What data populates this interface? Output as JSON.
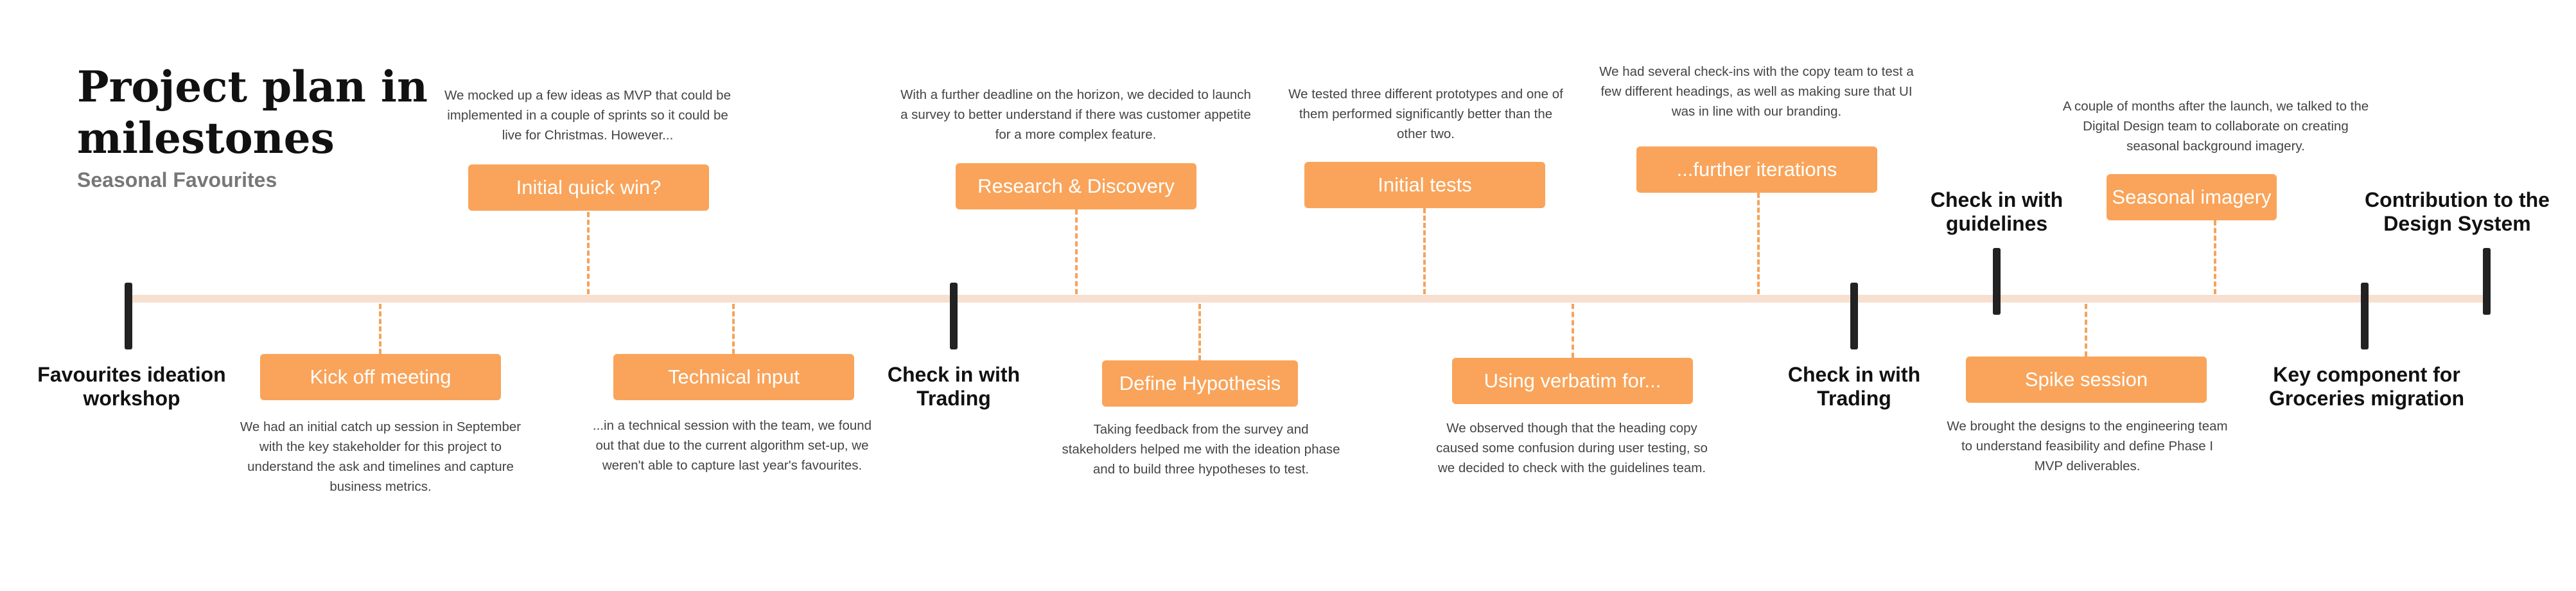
{
  "header": {
    "title": "Project plan in milestones",
    "subtitle": "Seasonal Favourites"
  },
  "milestones": {
    "ideation": "Favourites ideation workshop",
    "check_trading_1": "Check in with Trading",
    "check_trading_2": "Check in with Trading",
    "check_guidelines": "Check in with guidelines",
    "groceries": "Key component for Groceries migration",
    "design_system": "Contribution to the Design System"
  },
  "steps": {
    "kickoff": {
      "label": "Kick off meeting",
      "text": "We had an initial catch up session in September with the key stakeholder for this project to understand the ask and timelines and capture business metrics."
    },
    "quick_win": {
      "label": "Initial quick win?",
      "text": "We mocked up a few ideas as MVP that could be implemented in a couple of sprints so it could be live for Christmas. However..."
    },
    "technical": {
      "label": "Technical input",
      "text": "...in a technical session with the team, we found out that due to the current algorithm set-up, we weren't able to capture last year's favourites."
    },
    "research": {
      "label": "Research & Discovery",
      "text": "With a further deadline on the horizon, we decided to launch a survey to better understand if there was customer appetite for a more complex feature."
    },
    "hypothesis": {
      "label": "Define Hypothesis",
      "text": "Taking feedback from the survey and stakeholders helped me with the ideation phase and to build three hypotheses to test."
    },
    "initial_tests": {
      "label": "Initial tests",
      "text": "We tested three different prototypes and one of them performed significantly better than the other two."
    },
    "verbatim": {
      "label": "Using verbatim for...",
      "text": "We observed though that the heading copy caused some confusion during user testing, so we decided to check with the guidelines team."
    },
    "iterations": {
      "label": "...further iterations",
      "text": "We had several check-ins with the copy team to test a few different headings, as well as making sure that UI was in line with our branding."
    },
    "spike": {
      "label": "Spike session",
      "text": "We brought the designs to the engineering team to understand feasibility and define Phase I MVP deliverables."
    },
    "seasonal": {
      "label": "Seasonal imagery",
      "text": "A couple of months after the launch, we talked to the Digital Design team to collaborate on creating seasonal background imagery."
    }
  },
  "colors": {
    "accent": "#f9a45a",
    "timeline": "#f7e0cf",
    "milestone": "#222222"
  }
}
